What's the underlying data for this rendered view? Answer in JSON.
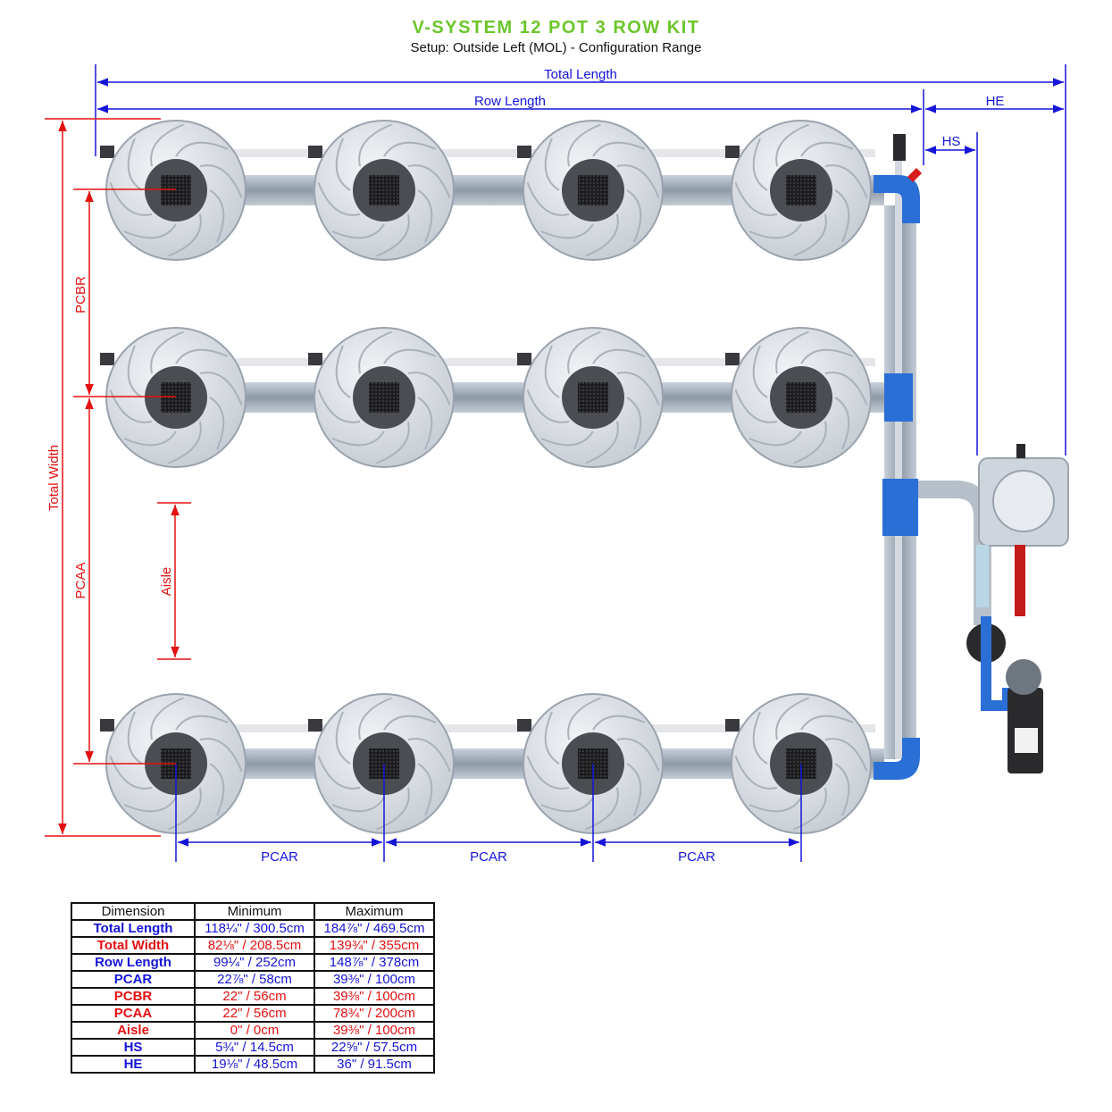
{
  "title": "V-SYSTEM 12 POT 3 ROW KIT",
  "subtitle": "Setup: Outside Left (MOL) - Configuration Range",
  "colors": {
    "blue": "#1515d8",
    "red": "#e51010",
    "title_green": "#6cc62a",
    "pipe_blue": "#2a6fd6"
  },
  "labels": {
    "total_length": "Total Length",
    "row_length": "Row Length",
    "he": "HE",
    "hs": "HS",
    "pcbr": "PCBR",
    "pcaa": "PCAA",
    "total_width": "Total Width",
    "aisle": "Aisle",
    "pcar_1": "PCAR",
    "pcar_2": "PCAR",
    "pcar_3": "PCAR"
  },
  "table": {
    "headers": [
      "Dimension",
      "Minimum",
      "Maximum"
    ],
    "rows": [
      {
        "name": "Total Length",
        "min": "118¼\" / 300.5cm",
        "max": "184⅞\" / 469.5cm",
        "color": "blue"
      },
      {
        "name": "Total Width",
        "min": "82⅛\" / 208.5cm",
        "max": "139¾\" / 355cm",
        "color": "red"
      },
      {
        "name": "Row Length",
        "min": "99¼\" / 252cm",
        "max": "148⅞\" / 378cm",
        "color": "blue"
      },
      {
        "name": "PCAR",
        "min": "22⅞\" / 58cm",
        "max": "39⅜\" / 100cm",
        "color": "blue"
      },
      {
        "name": "PCBR",
        "min": "22\" / 56cm",
        "max": "39⅜\" / 100cm",
        "color": "red"
      },
      {
        "name": "PCAA",
        "min": "22\" / 56cm",
        "max": "78¾\" / 200cm",
        "color": "red"
      },
      {
        "name": "Aisle",
        "min": "0\" / 0cm",
        "max": "39⅜\" / 100cm",
        "color": "red"
      },
      {
        "name": "HS",
        "min": "5¾\" / 14.5cm",
        "max": "22⅝\" / 57.5cm",
        "color": "blue"
      },
      {
        "name": "HE",
        "min": "19⅛\" / 48.5cm",
        "max": "36\" / 91.5cm",
        "color": "blue"
      }
    ]
  },
  "pots": {
    "rows": [
      {
        "name": "row-1",
        "count": 4
      },
      {
        "name": "row-2",
        "count": 4
      },
      {
        "name": "row-3",
        "count": 4
      }
    ]
  }
}
